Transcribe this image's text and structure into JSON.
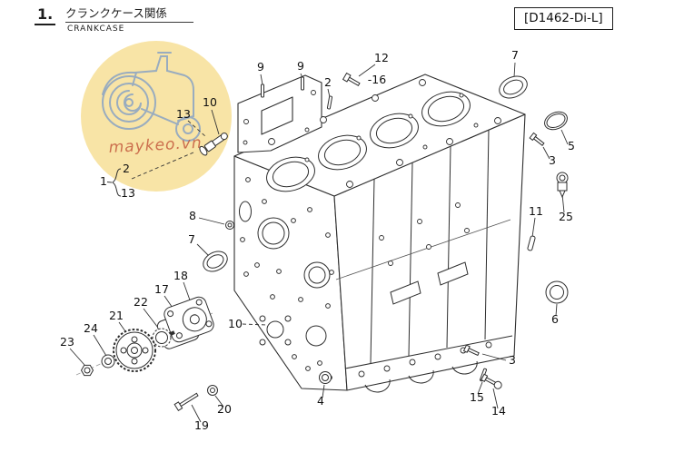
{
  "header": {
    "section_number": "1.",
    "title_ja": "クランクケース関係",
    "title_en": "CRANKCASE",
    "model_code": "[D1462-Di-L]"
  },
  "watermark": {
    "text": "maykeo.vn",
    "bg_color": "#F8E4A6",
    "line_color": "#8FA6C2",
    "text_color": "#C45A3E"
  },
  "callouts": {
    "p9a": "9",
    "p9b": "9",
    "p12": "12",
    "p12s": "-16",
    "p2a": "2",
    "p7a": "7",
    "p10a": "10",
    "p13a": "13",
    "p5": "5",
    "p3a": "3",
    "p25": "25",
    "p11": "11",
    "p2b": "2",
    "p1": "1",
    "p13b": "13",
    "p8": "8",
    "p7b": "7",
    "p6": "6",
    "p18": "18",
    "p17": "17",
    "p22": "22",
    "p21": "21",
    "p24": "24",
    "p23": "23",
    "p10b": "10",
    "p4a": "4",
    "p19": "19",
    "p20": "20",
    "p3b": "3",
    "p15": "15",
    "p14": "14"
  }
}
